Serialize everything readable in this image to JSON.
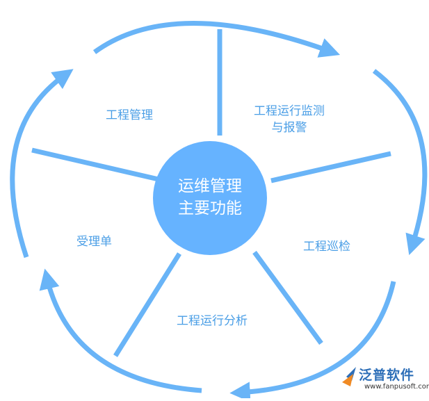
{
  "diagram": {
    "center": {
      "line1": "运维管理",
      "line2": "主要功能"
    },
    "sectors": [
      {
        "id": "engineering-management",
        "lines": [
          "工程管理"
        ]
      },
      {
        "id": "operation-monitoring",
        "lines": [
          "工程运行监测",
          "与报警"
        ]
      },
      {
        "id": "engineering-inspection",
        "lines": [
          "工程巡检"
        ]
      },
      {
        "id": "operation-analysis",
        "lines": [
          "工程运行分析"
        ]
      },
      {
        "id": "work-order",
        "lines": [
          "受理单"
        ]
      }
    ],
    "colors": {
      "accent": "#66b3ff",
      "text": "#4a9ee6",
      "arrow": "#69b4f7"
    }
  },
  "watermark": {
    "name": "泛普软件",
    "url": "www.fanpusoft.com"
  }
}
